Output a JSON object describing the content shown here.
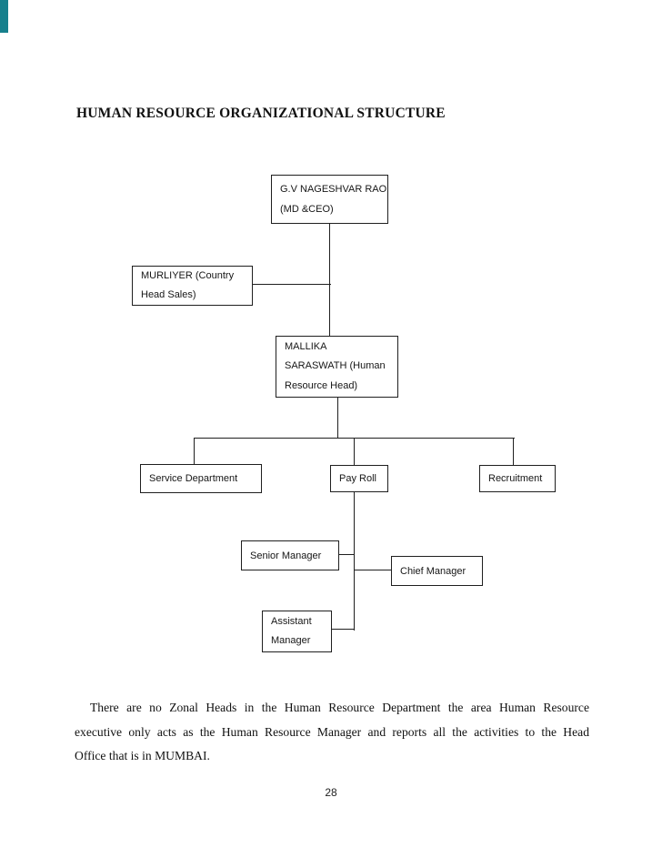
{
  "page": {
    "heading": "HUMAN RESOURCE ORGANIZATIONAL STRUCTURE",
    "page_number": "28",
    "corner_accent_color": "#17808d",
    "background_color": "#ffffff"
  },
  "org_chart": {
    "nodes": {
      "ceo": {
        "lines": [
          "G.V NAGESHVAR RAO",
          "(MD &CEO)"
        ]
      },
      "country_head": {
        "lines": [
          "MURLIYER (Country",
          "Head Sales)"
        ]
      },
      "hr_head": {
        "lines": [
          "MALLIKA",
          "SARASWATH (Human",
          "Resource Head)"
        ]
      },
      "service_department": {
        "label": "Service Department"
      },
      "pay_roll": {
        "label": "Pay Roll"
      },
      "recruitment": {
        "label": "Recruitment"
      },
      "senior_manager": {
        "label": "Senior Manager"
      },
      "chief_manager": {
        "label": "Chief Manager"
      },
      "assistant_manager": {
        "lines": [
          "Assistant",
          "Manager"
        ]
      }
    }
  },
  "paragraph": {
    "lines": [
      "There are no Zonal Heads in the Human Resource Department the area Human Resource",
      "executive only acts as the Human Resource Manager and reports all the activities to the Head",
      "Office that is in MUMBAI."
    ]
  }
}
